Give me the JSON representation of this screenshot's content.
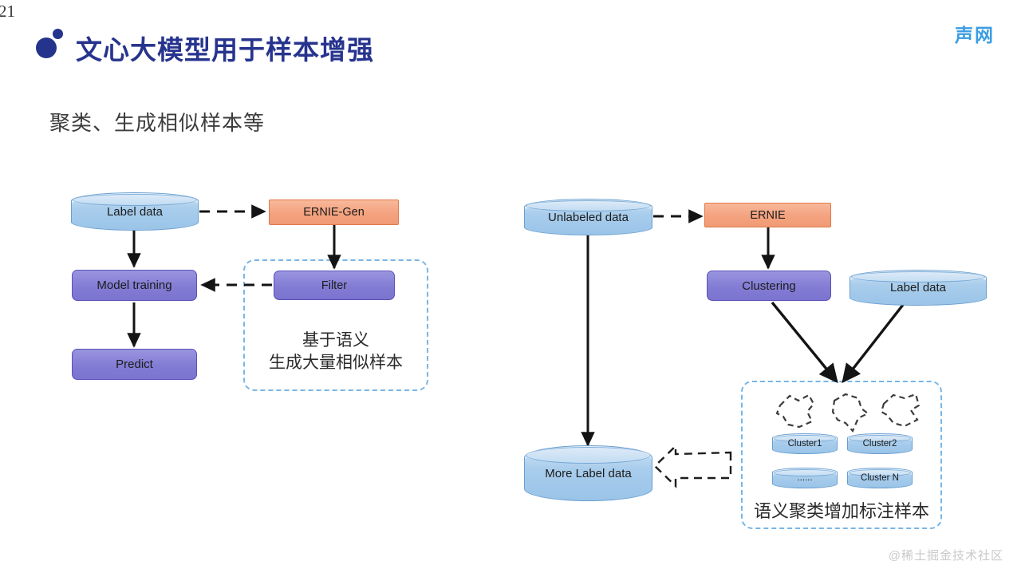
{
  "slide": {
    "page_number": "21",
    "title": "文心大模型用于样本增强",
    "brand": "声网",
    "subtitle": "聚类、生成相似样本等",
    "watermark": "@稀土掘金技术社区"
  },
  "colors": {
    "title_blue": "#27348e",
    "brand_blue": "#3a9ce2",
    "cylinder_blue": "#a9cdec",
    "box_orange": "#f4a27f",
    "box_purple": "#827cd4",
    "dashed_border": "#77b6e8",
    "edge_black": "#141414"
  },
  "left_diagram": {
    "nodes": {
      "label_data": "Label data",
      "ernie_gen": "ERNIE-Gen",
      "model_training": "Model training",
      "filter": "Filter",
      "predict": "Predict"
    },
    "region_caption": "基于语义\n生成大量相似样本"
  },
  "right_diagram": {
    "nodes": {
      "unlabeled_data": "Unlabeled data",
      "ernie": "ERNIE",
      "clustering": "Clustering",
      "label_data": "Label data",
      "more_label_data": "More Label data"
    },
    "clusters": [
      "Cluster1",
      "Cluster2",
      "......",
      "Cluster N"
    ],
    "region_caption": "语义聚类增加标注样本"
  }
}
